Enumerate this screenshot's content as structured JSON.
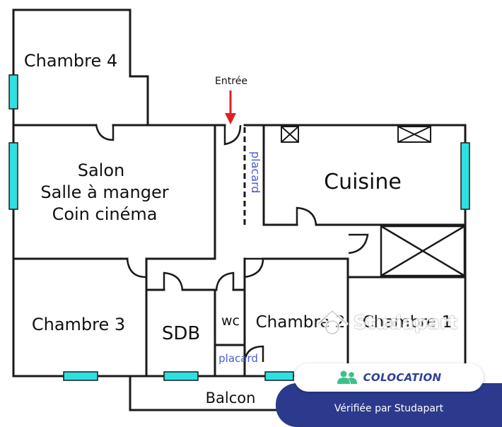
{
  "rooms": {
    "chambre4": "Chambre 4",
    "salon_line1": "Salon",
    "salon_line2": "Salle à manger",
    "salon_line3": "Coin cinéma",
    "cuisine": "Cuisine",
    "chambre3": "Chambre 3",
    "sdb": "SDB",
    "wc": "wc",
    "chambre2": "Chambre 2",
    "chambre1": "Chambre 1",
    "balcon": "Balcon"
  },
  "labels": {
    "entree": "Entrée",
    "placard_vertical": "placard",
    "placard_small": "placard"
  },
  "badge": {
    "type_label": "COLOCATION",
    "verified_label": "Vérifiée par Studapart"
  },
  "watermark": {
    "brand": "Studapart"
  },
  "colors": {
    "wall": "#1a1a1a",
    "window": "#2ee0e0",
    "arrow": "#e02020",
    "placard_text": "#4a5ad0",
    "badge_navy": "#2b3a8c",
    "badge_accent": "#2f3f9a",
    "icon_green": "#3dbf8a"
  }
}
